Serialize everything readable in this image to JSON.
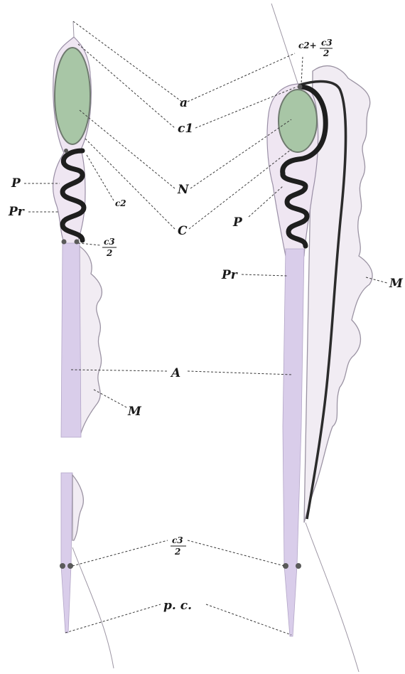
{
  "figure": {
    "labels": {
      "a": "a",
      "c1": "c1",
      "c2": "c2",
      "c2_plus": "c2+",
      "c3": "c3",
      "two": "2",
      "N": "N",
      "C": "C",
      "P": "P",
      "Pr": "Pr",
      "M": "M",
      "A": "A",
      "pc": "p. c."
    }
  }
}
